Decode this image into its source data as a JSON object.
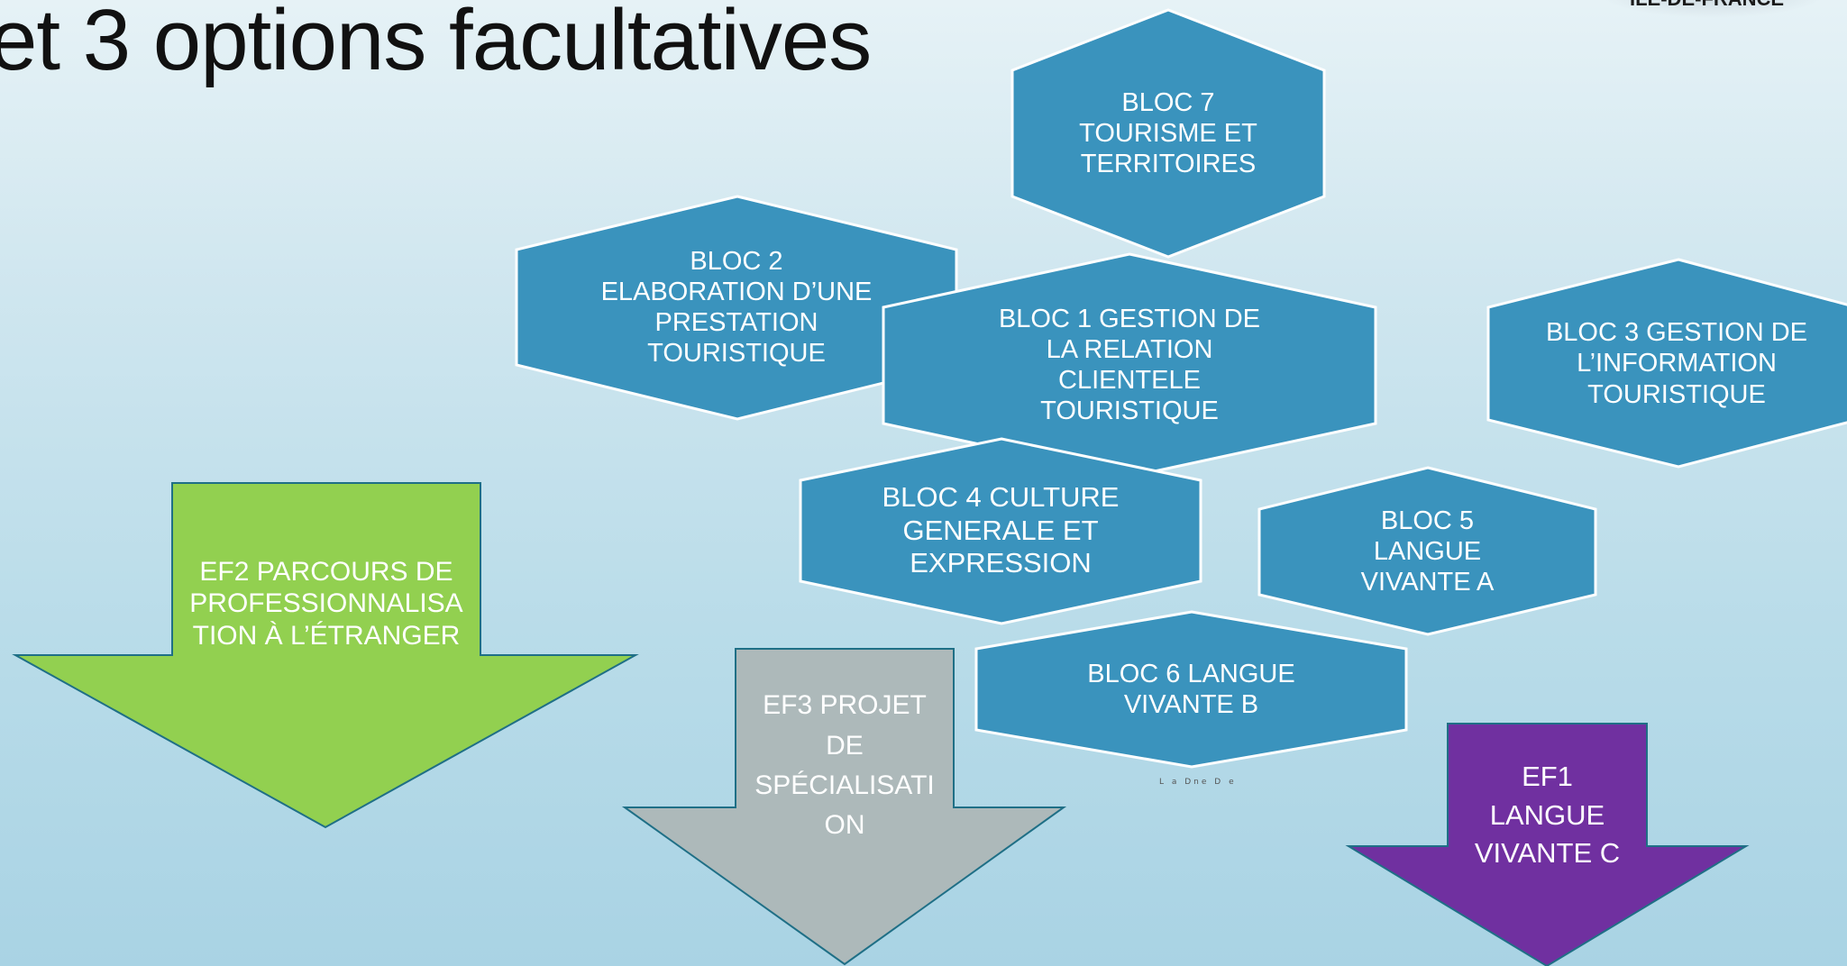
{
  "slide": {
    "title": "et 3 options facultatives",
    "corner_tag": "ILE-DE-FRANCE",
    "tiny_label": "L a Dne D e"
  },
  "colors": {
    "hexagon_fill": "#3a93bd",
    "hexagon_stroke": "#ffffff",
    "ef2_arrow": "#92d050",
    "ef3_arrow": "#adb9ba",
    "ef1_arrow": "#7030a0",
    "arrow_stroke": "#1f6f86"
  },
  "blocs": {
    "bloc7": "BLOC 7\nTOURISME ET\nTERRITOIRES",
    "bloc2": "BLOC 2\nELABORATION D’UNE\nPRESTATION\nTOURISTIQUE",
    "bloc1": "BLOC 1 GESTION DE\nLA RELATION\nCLIENTELE\nTOURISTIQUE",
    "bloc3": "BLOC 3 GESTION DE\nL’INFORMATION\nTOURISTIQUE",
    "bloc4": "BLOC 4 CULTURE\nGENERALE ET\nEXPRESSION",
    "bloc5": "BLOC  5\nLANGUE\nVIVANTE A",
    "bloc6": "BLOC  6 LANGUE\nVIVANTE B"
  },
  "options": {
    "ef2": "EF2 PARCOURS DE\nPROFESSIONNALISA\nTION À L’ÉTRANGER",
    "ef3": "EF3 PROJET\nDE\nSPÉCIALISATI\nON",
    "ef1": "EF1\nLANGUE\nVIVANTE C"
  }
}
